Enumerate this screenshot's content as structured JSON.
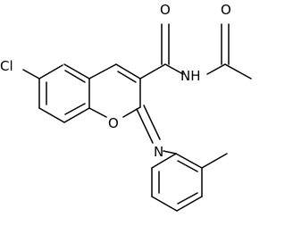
{
  "molecule": {
    "atoms": {
      "chlorine": "Cl",
      "carbonyl_oxygen_amide": "O",
      "carbonyl_oxygen_acetyl": "O",
      "amide_nitrogen": "NH",
      "ring_oxygen": "O",
      "imine_nitrogen": "N"
    }
  },
  "colors": {
    "bond": "#000000",
    "label": "#000000",
    "background": "#ffffff"
  }
}
